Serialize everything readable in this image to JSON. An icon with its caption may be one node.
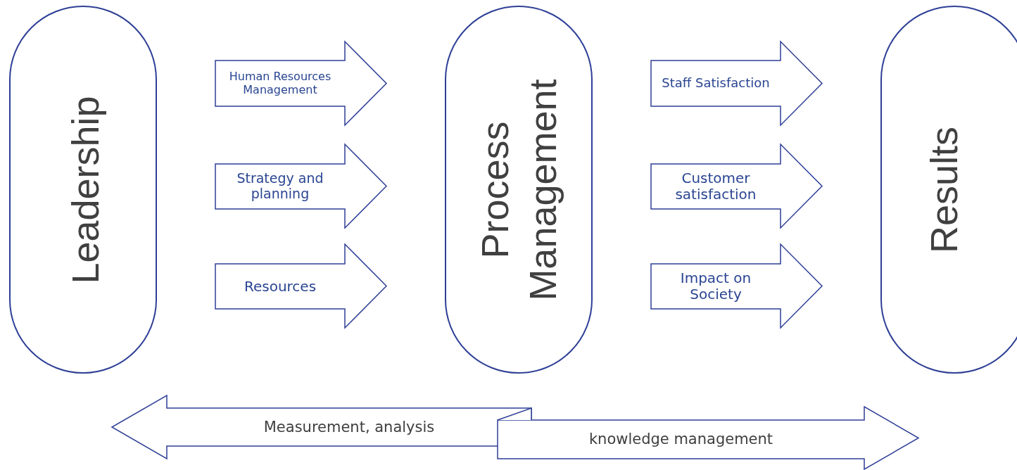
{
  "diagram": {
    "nodes": [
      {
        "text": [
          "Leadership"
        ]
      },
      {
        "text": [
          "Human Resources Management"
        ]
      },
      {
        "text": [
          "Strategy and planning"
        ]
      },
      {
        "text": [
          "Resources"
        ]
      },
      {
        "text": [
          "Process Management"
        ]
      },
      {
        "text": [
          "Staff Satisfaction"
        ]
      },
      {
        "text": [
          "Customer satisfaction"
        ]
      },
      {
        "text": [
          "Impact on Society"
        ]
      },
      {
        "text": [
          "Results"
        ]
      },
      {
        "text": [
          "Measurement, analysis"
        ]
      },
      {
        "text": [
          "knowledge management"
        ]
      }
    ]
  }
}
